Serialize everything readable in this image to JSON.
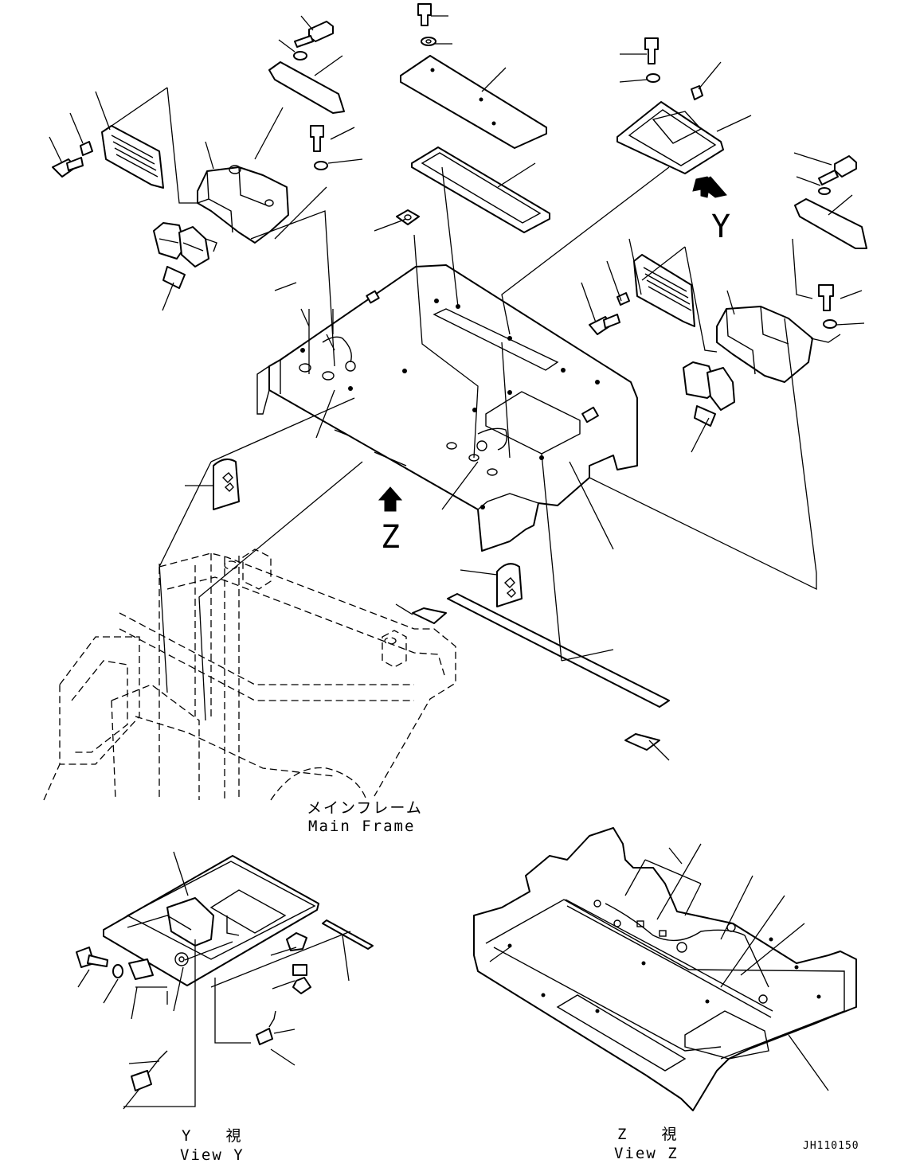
{
  "view_markers": {
    "y": "Y",
    "z": "Z"
  },
  "main_frame": {
    "jp": "メインフレーム",
    "en": "Main Frame"
  },
  "view_y": {
    "jp": "Y　　視",
    "en": "View Y"
  },
  "view_z": {
    "jp": "Z　　視",
    "en": "View Z"
  },
  "drawing_number": "JH110150"
}
